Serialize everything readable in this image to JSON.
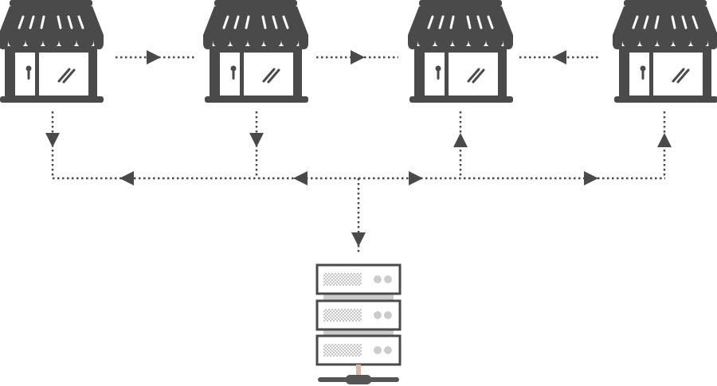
{
  "diagram": {
    "nodes": [
      {
        "id": "store-1",
        "icon": "storefront-icon"
      },
      {
        "id": "store-2",
        "icon": "storefront-icon"
      },
      {
        "id": "store-3",
        "icon": "storefront-icon"
      },
      {
        "id": "store-4",
        "icon": "storefront-icon"
      },
      {
        "id": "server",
        "icon": "server-rack-icon"
      }
    ],
    "edges": [
      {
        "from": "store-1",
        "to": "store-2"
      },
      {
        "from": "store-2",
        "to": "store-3"
      },
      {
        "from": "store-4",
        "to": "store-3"
      },
      {
        "from": "bus",
        "to": "store-1"
      },
      {
        "from": "bus",
        "to": "store-2"
      },
      {
        "from": "bus",
        "to": "store-3"
      },
      {
        "from": "bus",
        "to": "store-4"
      },
      {
        "from": "bus",
        "to": "server"
      }
    ]
  },
  "colors": {
    "icon": "#4a4a4a",
    "server_panel_fill": "#ffffff",
    "server_detail": "#cccccc",
    "cable": "#d9b8a4",
    "connector": "#555555"
  }
}
